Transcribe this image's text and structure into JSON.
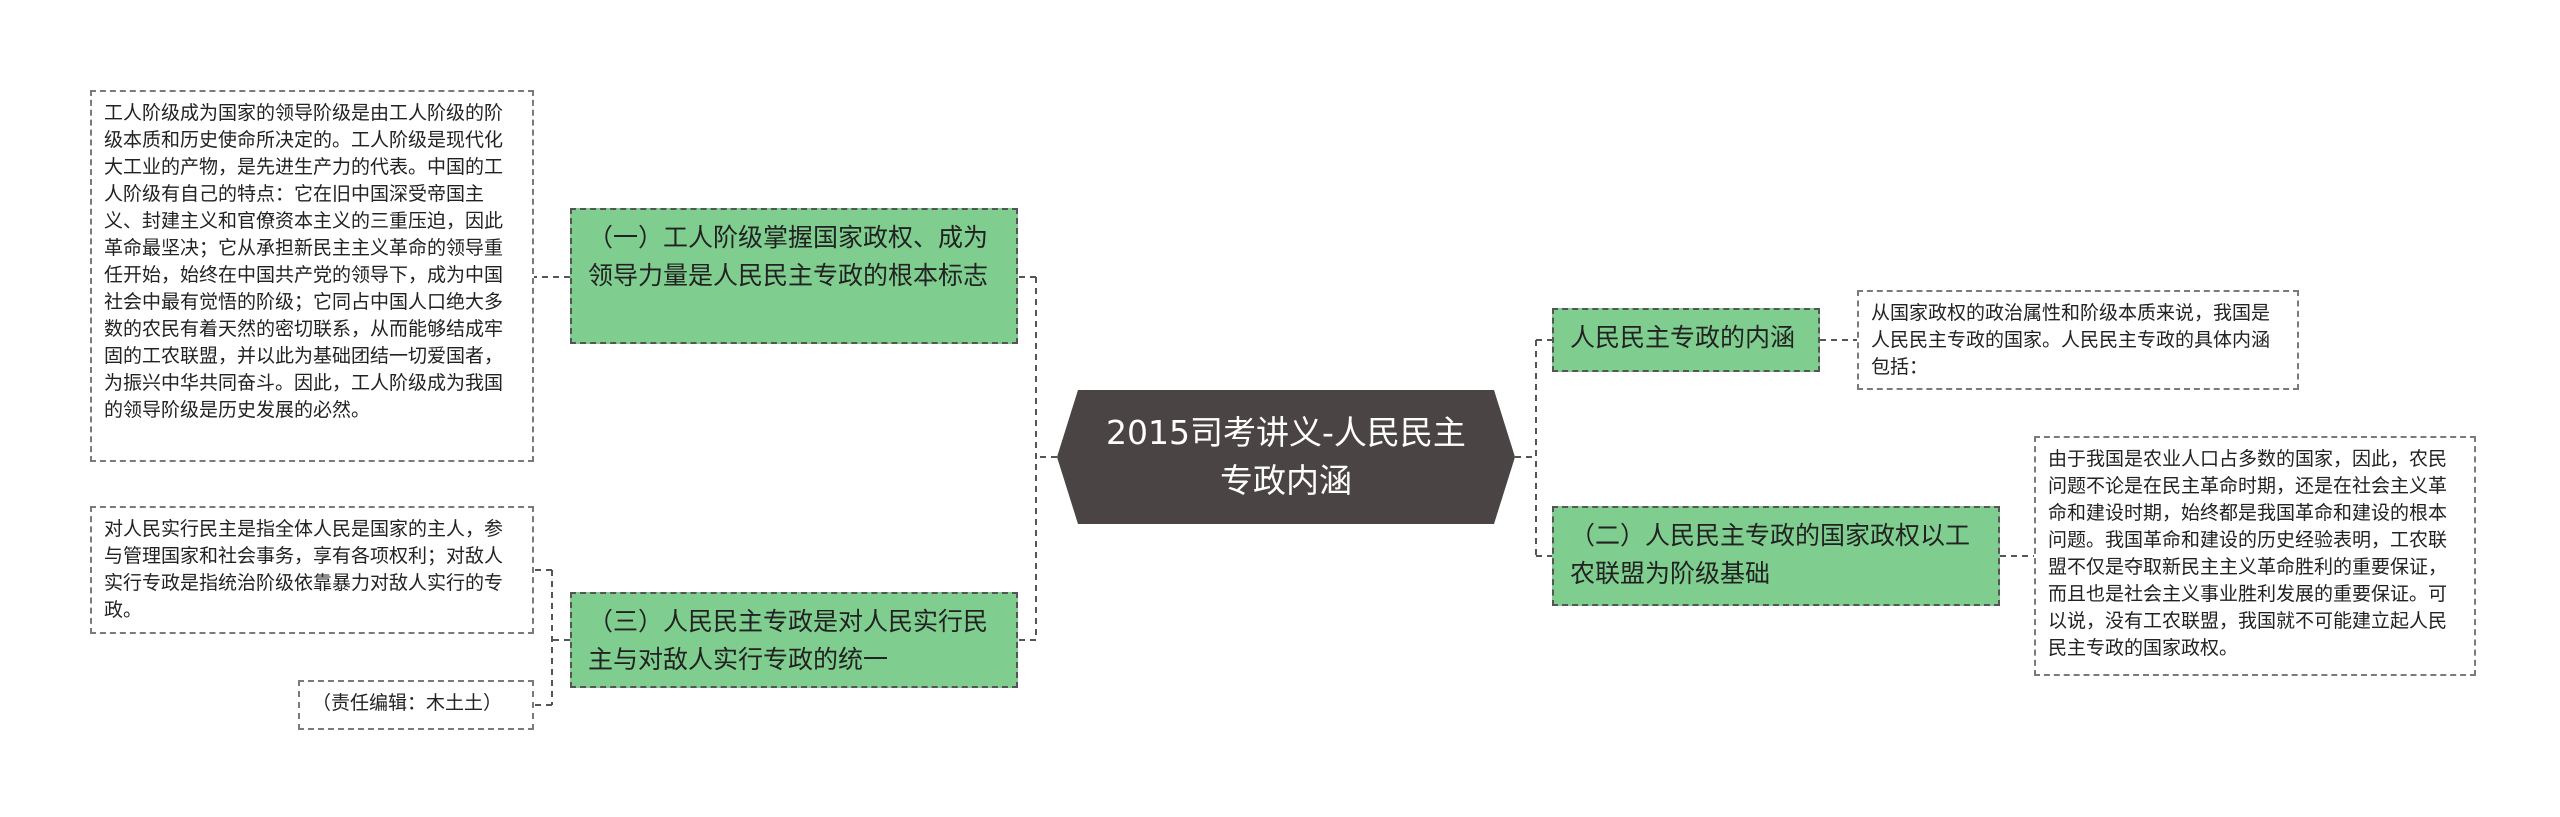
{
  "central": {
    "title": "2015司考讲义-人民民主专政内涵"
  },
  "branches": {
    "left_top": "（一）工人阶级掌握国家政权、成为领导力量是人民民主专政的根本标志",
    "left_bottom": "（三）人民民主专政是对人民实行民主与对敌人实行专政的统一",
    "right_top": "人民民主专政的内涵",
    "right_bottom": "（二）人民民主专政的国家政权以工农联盟为阶级基础"
  },
  "leaves": {
    "left_top_detail": "工人阶级成为国家的领导阶级是由工人阶级的阶级本质和历史使命所决定的。工人阶级是现代化大工业的产物，是先进生产力的代表。中国的工人阶级有自己的特点：它在旧中国深受帝国主义、封建主义和官僚资本主义的三重压迫，因此革命最坚决；它从承担新民主主义革命的领导重任开始，始终在中国共产党的领导下，成为中国社会中最有觉悟的阶级；它同占中国人口绝大多数的农民有着天然的密切联系，从而能够结成牢固的工农联盟，并以此为基础团结一切爱国者，为振兴中华共同奋斗。因此，工人阶级成为我国的领导阶级是历史发展的必然。",
    "left_bottom_detail": "对人民实行民主是指全体人民是国家的主人，参与管理国家和社会事务，享有各项权利；对敌人实行专政是指统治阶级依靠暴力对敌人实行的专政。",
    "editor": "（责任编辑：木土土）",
    "right_top_detail": "从国家政权的政治属性和阶级本质来说，我国是人民民主专政的国家。人民民主专政的具体内涵包括：",
    "right_bottom_detail": "由于我国是农业人口占多数的国家，因此，农民问题不论是在民主革命时期，还是在社会主义革命和建设时期，始终都是我国革命和建设的根本问题。我国革命和建设的历史经验表明，工农联盟不仅是夺取新民主主义革命胜利的重要保证，而且也是社会主义事业胜利发展的重要保证。可以说，没有工农联盟，我国就不可能建立起人民民主专政的国家政权。"
  },
  "colors": {
    "central_fill": "#4a4444",
    "branch_fill": "#7fcd8f",
    "connector": "#555555"
  }
}
